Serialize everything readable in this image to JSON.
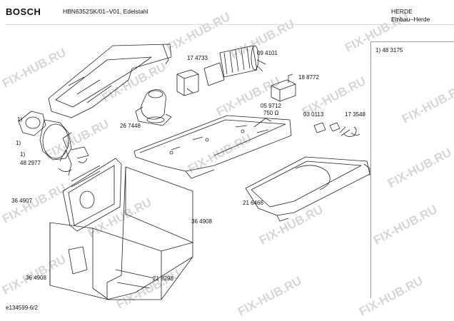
{
  "header": {
    "brand": "BOSCH",
    "model": "HBN6352SK/01–V01, Edelstahl",
    "category_line1": "HERDE",
    "category_line2": "Einbau–Herde"
  },
  "notes": [
    {
      "text": "1)  48 3175"
    }
  ],
  "parts": [
    {
      "label": "17 4733"
    },
    {
      "label": "09 4101"
    },
    {
      "label": "18 8772"
    },
    {
      "label": "05 9712"
    },
    {
      "label": "750 Ω"
    },
    {
      "label": "03  0113"
    },
    {
      "label": "17 3548"
    },
    {
      "label": "26 7448"
    },
    {
      "label": "1)"
    },
    {
      "label": "1)"
    },
    {
      "label": "1)"
    },
    {
      "label": "48 2977"
    },
    {
      "label": "36 4907"
    },
    {
      "label": "21 6466"
    },
    {
      "label": "36 4908"
    },
    {
      "label": "36 4908"
    },
    {
      "label": "21 8298"
    }
  ],
  "footer": {
    "doc_id": "e134599-6/2"
  },
  "watermark": {
    "text": "FIX-HUB.RU"
  },
  "colors": {
    "line_art": "#222222",
    "watermark": "#d6d6d6",
    "frame": "#9a9a9a"
  }
}
